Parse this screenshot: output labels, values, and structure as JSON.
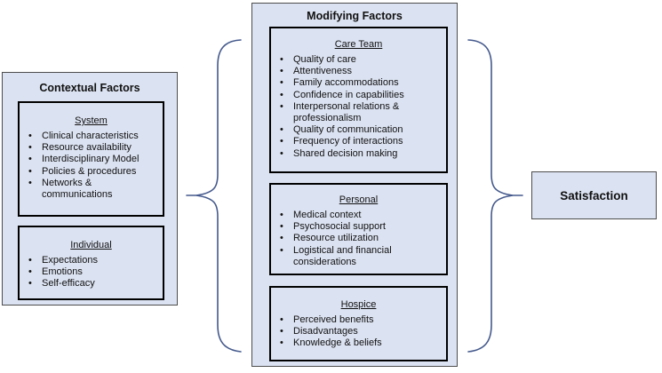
{
  "diagram_title": "",
  "colors": {
    "box_fill": "#dbe2f1",
    "outer_border": "#4d4d4d",
    "inner_border": "#000000",
    "brace_stroke": "#44598c",
    "background": "#ffffff",
    "text": "#111111"
  },
  "left_box": {
    "title": "Contextual Factors",
    "sections": [
      {
        "heading": "System",
        "items": [
          "Clinical characteristics",
          "Resource availability",
          "Interdisciplinary Model",
          "Policies & procedures",
          "Networks & communications"
        ]
      },
      {
        "heading": "Individual",
        "items": [
          "Expectations",
          "Emotions",
          "Self-efficacy"
        ]
      }
    ]
  },
  "middle_box": {
    "title": "Modifying Factors",
    "sections": [
      {
        "heading": "Care Team",
        "items": [
          "Quality of care",
          "Attentiveness",
          "Family accommodations",
          "Confidence in capabilities",
          "Interpersonal relations & professionalism",
          "Quality of communication",
          "Frequency of interactions",
          "Shared decision making"
        ]
      },
      {
        "heading": "Personal",
        "items": [
          "Medical context",
          "Psychosocial support",
          "Resource utilization",
          "Logistical and financial considerations"
        ]
      },
      {
        "heading": "Hospice",
        "items": [
          "Perceived benefits",
          "Disadvantages",
          "Knowledge & beliefs"
        ]
      }
    ]
  },
  "outcome_box": {
    "label": "Satisfaction"
  }
}
